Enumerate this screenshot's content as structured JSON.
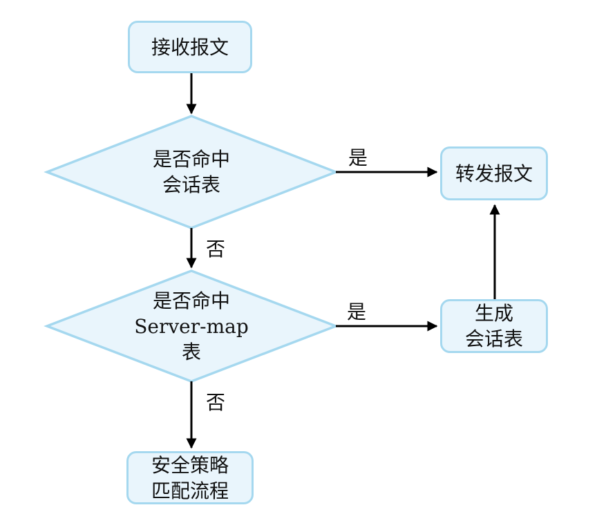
{
  "diagram": {
    "colors": {
      "node_border": "#a5d8ef",
      "node_fill": "#e9f5fc",
      "connector": "#000000",
      "text": "#111111",
      "background": "#ffffff"
    },
    "nodes": {
      "receive": {
        "lines": [
          "接收报文"
        ]
      },
      "session_decision": {
        "lines": [
          "是否命中",
          "会话表"
        ]
      },
      "forward": {
        "lines": [
          "转发报文"
        ]
      },
      "servermap_decision": {
        "lines": [
          "是否命中",
          "Server-map",
          "表"
        ]
      },
      "create_session": {
        "lines": [
          "生成",
          "会话表"
        ]
      },
      "security_policy": {
        "lines": [
          "安全策略",
          "匹配流程"
        ]
      }
    },
    "edge_labels": {
      "session_yes": "是",
      "session_no": "否",
      "servermap_yes": "是",
      "servermap_no": "否"
    }
  }
}
